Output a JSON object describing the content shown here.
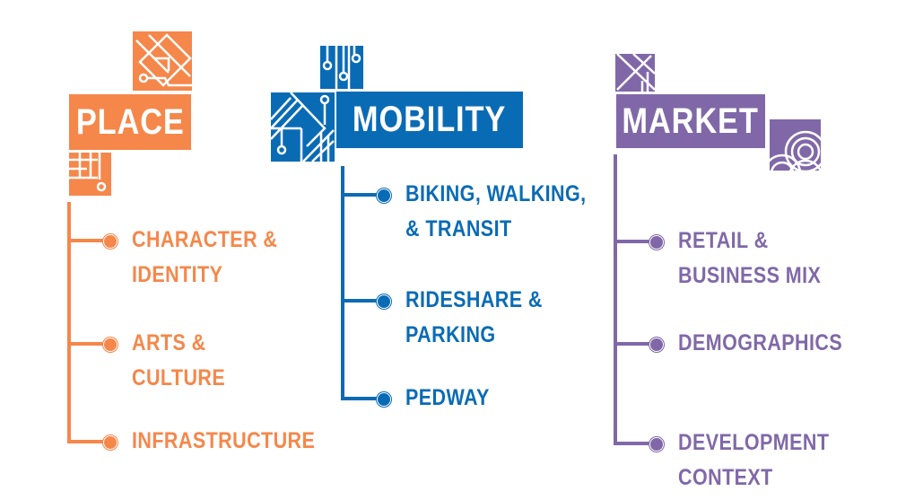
{
  "colors": {
    "place": "#F5874A",
    "mobility": "#0A6BB5",
    "market": "#8068A8"
  },
  "place": {
    "title": "PLACE",
    "items": [
      {
        "label": "CHARACTER &\nIDENTITY",
        "icon": "shell-icon"
      },
      {
        "label": "ARTS &\nCULTURE",
        "icon": "grid-icon"
      },
      {
        "label": "INFRASTRUCTURE",
        "icon": "sunburst-icon"
      }
    ]
  },
  "mobility": {
    "title": "MOBILITY",
    "items": [
      {
        "label": "BIKING, WALKING,\n& TRANSIT",
        "icon": "star-compass-icon"
      },
      {
        "label": "RIDESHARE &\nPARKING",
        "icon": "pie-icon"
      },
      {
        "label": "PEDWAY",
        "icon": "diamond-icon"
      }
    ]
  },
  "market": {
    "title": "MARKET",
    "items": [
      {
        "label": "RETAIL &\nBUSINESS MIX",
        "icon": "fan-icon"
      },
      {
        "label": "DEMOGRAPHICS",
        "icon": "gear-icon"
      },
      {
        "label": "DEVELOPMENT\nCONTEXT",
        "icon": "cross-icon"
      }
    ]
  }
}
